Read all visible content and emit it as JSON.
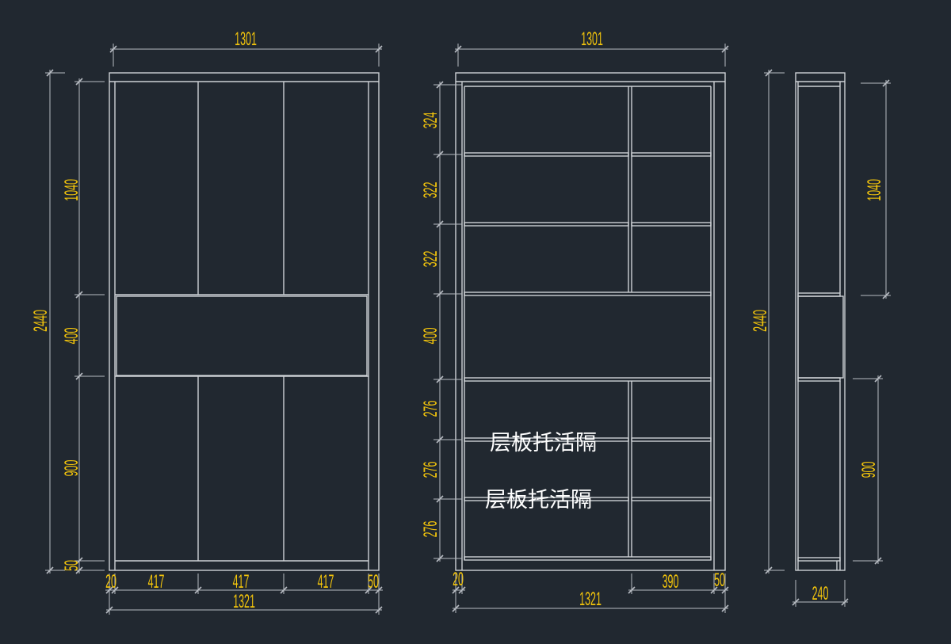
{
  "colors": {
    "background": "#212830",
    "line": "#cdd1d5",
    "dimension_line": "#b7bcc2",
    "dimension_text": "#f2c40c",
    "annotation_text": "#ffffff"
  },
  "front_view": {
    "overall_width": "1301",
    "total_height": "2440",
    "upper_door_height": "1040",
    "open_section_height": "400",
    "lower_door_height": "900",
    "base_height": "50",
    "left_panel": "20",
    "door_widths": [
      "417",
      "417",
      "417"
    ],
    "right_panel": "50",
    "total_width": "1321"
  },
  "interior_view": {
    "overall_width": "1301",
    "compartment_heights": [
      "324",
      "322",
      "322",
      "400",
      "276",
      "276",
      "276"
    ],
    "annotations": [
      "层板托活隔",
      "层板托活隔"
    ],
    "left_panel": "20",
    "right_bay_width": "390",
    "right_panel": "50",
    "total_width": "1321"
  },
  "side_view": {
    "total_height": "2440",
    "upper_height": "1040",
    "lower_height": "900",
    "depth": "240"
  }
}
